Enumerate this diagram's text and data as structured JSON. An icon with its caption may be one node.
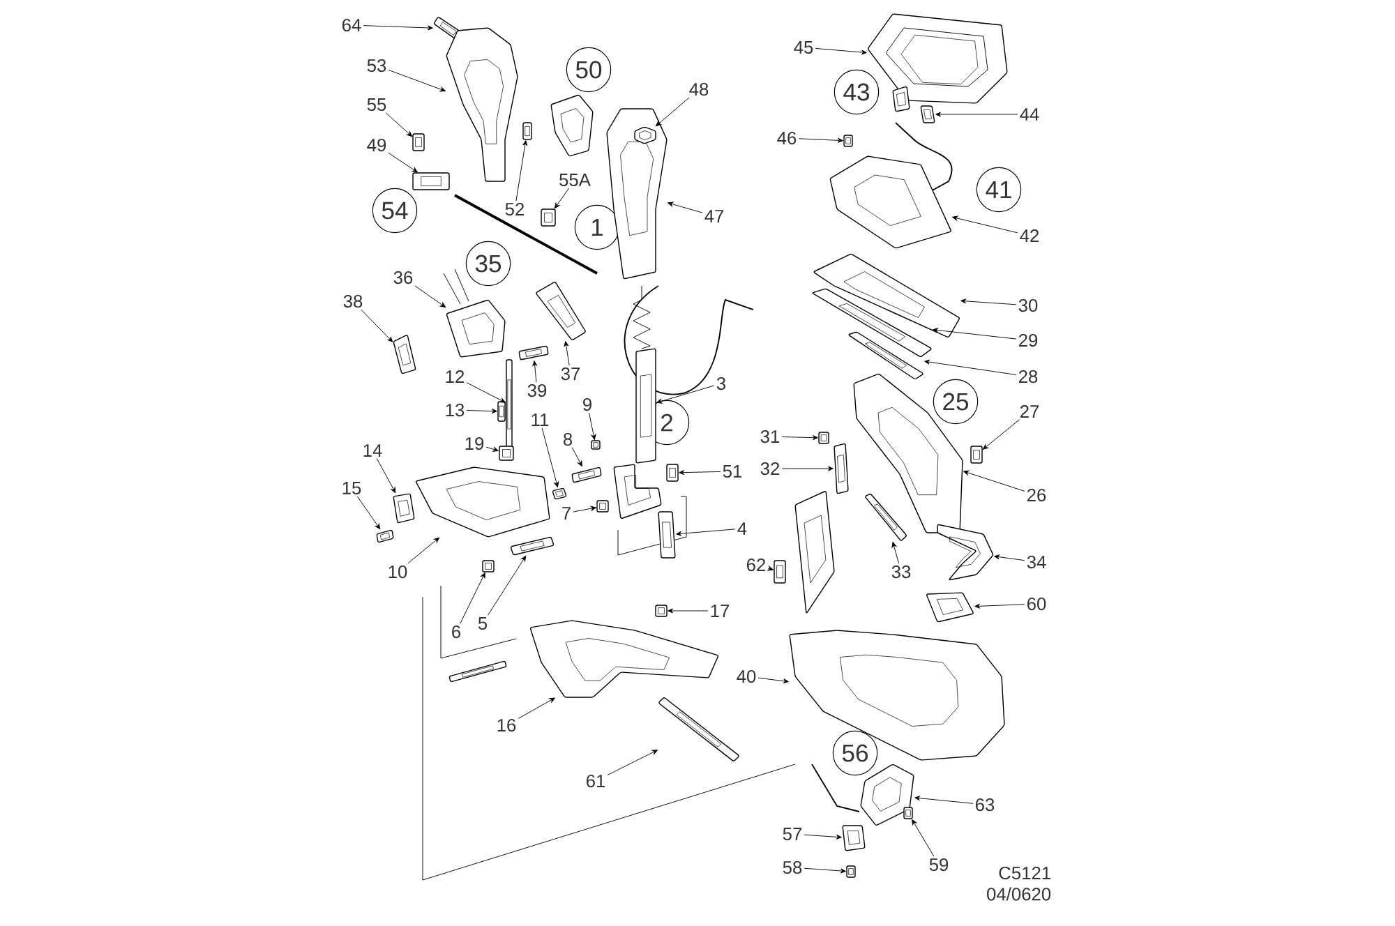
{
  "diagram": {
    "nodes": [
      {
        "text": [
          "64"
        ]
      },
      {
        "text": [
          "53"
        ]
      },
      {
        "text": [
          "45"
        ]
      },
      {
        "text": [
          "50"
        ]
      },
      {
        "text": [
          "48"
        ]
      },
      {
        "text": [
          "43"
        ]
      },
      {
        "text": [
          "55"
        ]
      },
      {
        "text": [
          "44"
        ]
      },
      {
        "text": [
          "46"
        ]
      },
      {
        "text": [
          "49"
        ]
      },
      {
        "text": [
          "55A"
        ]
      },
      {
        "text": [
          "54"
        ]
      },
      {
        "text": [
          "52"
        ]
      },
      {
        "text": [
          "41"
        ]
      },
      {
        "text": [
          "1"
        ]
      },
      {
        "text": [
          "47"
        ]
      },
      {
        "text": [
          "42"
        ]
      },
      {
        "text": [
          "35"
        ]
      },
      {
        "text": [
          "36"
        ]
      },
      {
        "text": [
          "38"
        ]
      },
      {
        "text": [
          "30"
        ]
      },
      {
        "text": [
          "29"
        ]
      },
      {
        "text": [
          "37"
        ]
      },
      {
        "text": [
          "12"
        ]
      },
      {
        "text": [
          "39"
        ]
      },
      {
        "text": [
          "3"
        ]
      },
      {
        "text": [
          "28"
        ]
      },
      {
        "text": [
          "25"
        ]
      },
      {
        "text": [
          "9"
        ]
      },
      {
        "text": [
          "13"
        ]
      },
      {
        "text": [
          "27"
        ]
      },
      {
        "text": [
          "11"
        ]
      },
      {
        "text": [
          "2"
        ]
      },
      {
        "text": [
          "31"
        ]
      },
      {
        "text": [
          "8"
        ]
      },
      {
        "text": [
          "14"
        ]
      },
      {
        "text": [
          "19"
        ]
      },
      {
        "text": [
          "51"
        ]
      },
      {
        "text": [
          "32"
        ]
      },
      {
        "text": [
          "15"
        ]
      },
      {
        "text": [
          "26"
        ]
      },
      {
        "text": [
          "7"
        ]
      },
      {
        "text": [
          "4"
        ]
      },
      {
        "text": [
          "34"
        ]
      },
      {
        "text": [
          "62"
        ]
      },
      {
        "text": [
          "10"
        ]
      },
      {
        "text": [
          "33"
        ]
      },
      {
        "text": [
          "17"
        ]
      },
      {
        "text": [
          "60"
        ]
      },
      {
        "text": [
          "6"
        ]
      },
      {
        "text": [
          "5"
        ]
      },
      {
        "text": [
          "40"
        ]
      },
      {
        "text": [
          "16"
        ]
      },
      {
        "text": [
          "56"
        ]
      },
      {
        "text": [
          "61"
        ]
      },
      {
        "text": [
          "63"
        ]
      },
      {
        "text": [
          "57"
        ]
      },
      {
        "text": [
          "59"
        ]
      },
      {
        "text": [
          "58"
        ]
      },
      {
        "text": [],
        "shape": "picture"
      },
      {
        "text": [],
        "shape": "picture"
      },
      {
        "text": [],
        "shape": "picture"
      },
      {
        "text": [],
        "shape": "picture"
      },
      {
        "text": [],
        "shape": "picture",
        "in": 62
      },
      {
        "text": [],
        "shape": "picture"
      },
      {
        "text": [],
        "shape": "picture"
      },
      {
        "text": [],
        "shape": "picture"
      },
      {
        "text": [],
        "shape": "picture"
      },
      {
        "text": [],
        "shape": "picture"
      },
      {
        "text": [],
        "shape": "picture"
      },
      {
        "text": [],
        "shape": "picture"
      },
      {
        "text": [],
        "shape": "picture"
      },
      {
        "text": [],
        "shape": "picture"
      },
      {
        "text": [],
        "shape": "picture"
      },
      {
        "text": [],
        "shape": "picture"
      },
      {
        "text": [],
        "shape": "picture"
      },
      {
        "text": [],
        "shape": "picture"
      },
      {
        "text": [],
        "shape": "picture"
      },
      {
        "text": [],
        "shape": "picture"
      },
      {
        "text": [],
        "shape": "picture"
      },
      {
        "text": [],
        "shape": "picture"
      },
      {
        "text": [],
        "shape": "picture"
      },
      {
        "text": [],
        "shape": "picture"
      },
      {
        "text": [],
        "shape": "picture"
      },
      {
        "text": [],
        "shape": "picture"
      },
      {
        "text": [],
        "shape": "picture"
      },
      {
        "text": [],
        "shape": "picture"
      },
      {
        "text": [],
        "shape": "picture"
      },
      {
        "text": [],
        "shape": "picture"
      },
      {
        "text": [],
        "shape": "picture"
      },
      {
        "text": [],
        "shape": "picture"
      },
      {
        "text": [],
        "shape": "picture"
      },
      {
        "text": [],
        "shape": "picture"
      },
      {
        "text": [],
        "shape": "picture"
      },
      {
        "text": [],
        "shape": "picture"
      },
      {
        "text": [],
        "shape": "picture"
      },
      {
        "text": [],
        "shape": "picture"
      },
      {
        "text": [],
        "shape": "picture"
      },
      {
        "text": [],
        "shape": "picture"
      },
      {
        "text": [],
        "shape": "picture"
      },
      {
        "text": [],
        "shape": "picture"
      },
      {
        "text": [],
        "shape": "picture"
      },
      {
        "text": [],
        "shape": "picture"
      },
      {
        "text": [],
        "shape": "picture"
      },
      {
        "text": [],
        "shape": "picture"
      },
      {
        "text": [],
        "shape": "picture"
      },
      {
        "text": [],
        "shape": "picture"
      },
      {
        "text": [],
        "shape": "picture"
      },
      {
        "text": [],
        "shape": "picture"
      },
      {
        "text": [],
        "shape": "picture"
      },
      {
        "text": [],
        "shape": "picture"
      },
      {
        "text": [],
        "shape": "picture"
      },
      {
        "text": [],
        "shape": "picture"
      },
      {
        "text": [],
        "shape": "picture"
      }
    ],
    "edges": [
      {
        "from": 0,
        "to": 59,
        "arrow": "to"
      },
      {
        "from": 1,
        "to": 60,
        "arrow": "to"
      },
      {
        "from": 2,
        "to": 61,
        "arrow": "to"
      },
      {
        "from": 4,
        "to": 63,
        "arrow": "to"
      },
      {
        "from": 6,
        "to": 64,
        "arrow": "to"
      },
      {
        "from": 7,
        "to": 65,
        "arrow": "to"
      },
      {
        "from": 8,
        "to": 66,
        "arrow": "to"
      },
      {
        "from": 9,
        "to": 67,
        "arrow": "to"
      },
      {
        "from": 10,
        "to": 68,
        "arrow": "to"
      },
      {
        "from": 12,
        "to": 69,
        "arrow": "to"
      },
      {
        "from": 15,
        "to": 62,
        "arrow": "to"
      },
      {
        "from": 16,
        "to": 70,
        "arrow": "to"
      },
      {
        "from": 18,
        "to": 71,
        "arrow": "to"
      },
      {
        "from": 19,
        "to": 72,
        "arrow": "to"
      },
      {
        "from": 20,
        "to": 73,
        "arrow": "to"
      },
      {
        "from": 21,
        "to": 74,
        "arrow": "to"
      },
      {
        "from": 22,
        "to": 75,
        "arrow": "to"
      },
      {
        "from": 23,
        "to": 76,
        "arrow": "to"
      },
      {
        "from": 24,
        "to": 77,
        "arrow": "to"
      },
      {
        "from": 25,
        "to": 78,
        "arrow": "to"
      },
      {
        "from": 26,
        "to": 79,
        "arrow": "to"
      },
      {
        "from": 28,
        "to": 80,
        "arrow": "to"
      },
      {
        "from": 29,
        "to": 81,
        "arrow": "to"
      },
      {
        "from": 30,
        "to": 82,
        "arrow": "to"
      },
      {
        "from": 31,
        "to": 83,
        "arrow": "to"
      },
      {
        "from": 33,
        "to": 84,
        "arrow": "to"
      },
      {
        "from": 34,
        "to": 85,
        "arrow": "to"
      },
      {
        "from": 35,
        "to": 86,
        "arrow": "to"
      },
      {
        "from": 36,
        "to": 87,
        "arrow": "to"
      },
      {
        "from": 37,
        "to": 88,
        "arrow": "to"
      },
      {
        "from": 38,
        "to": 89,
        "arrow": "to"
      },
      {
        "from": 39,
        "to": 90,
        "arrow": "to"
      },
      {
        "from": 40,
        "to": 91,
        "arrow": "to"
      },
      {
        "from": 41,
        "to": 92,
        "arrow": "to"
      },
      {
        "from": 42,
        "to": 93,
        "arrow": "to"
      },
      {
        "from": 43,
        "to": 94,
        "arrow": "to"
      },
      {
        "from": 44,
        "to": 95,
        "arrow": "to"
      },
      {
        "from": 45,
        "to": 96,
        "arrow": "to"
      },
      {
        "from": 46,
        "to": 97,
        "arrow": "to"
      },
      {
        "from": 47,
        "to": 98,
        "arrow": "to"
      },
      {
        "from": 48,
        "to": 99,
        "arrow": "to"
      },
      {
        "from": 49,
        "to": 100,
        "arrow": "to"
      },
      {
        "from": 50,
        "to": 101,
        "arrow": "to"
      },
      {
        "from": 51,
        "to": 102,
        "arrow": "to"
      },
      {
        "from": 52,
        "to": 103,
        "arrow": "to"
      },
      {
        "from": 54,
        "to": 104,
        "arrow": "to"
      },
      {
        "from": 55,
        "to": 105,
        "arrow": "to"
      },
      {
        "from": 56,
        "to": 106,
        "arrow": "to"
      },
      {
        "from": 57,
        "to": 107,
        "arrow": "to"
      },
      {
        "from": 58,
        "to": 108,
        "arrow": "to"
      }
    ],
    "labels": [
      "C5121",
      "04/0620"
    ]
  }
}
